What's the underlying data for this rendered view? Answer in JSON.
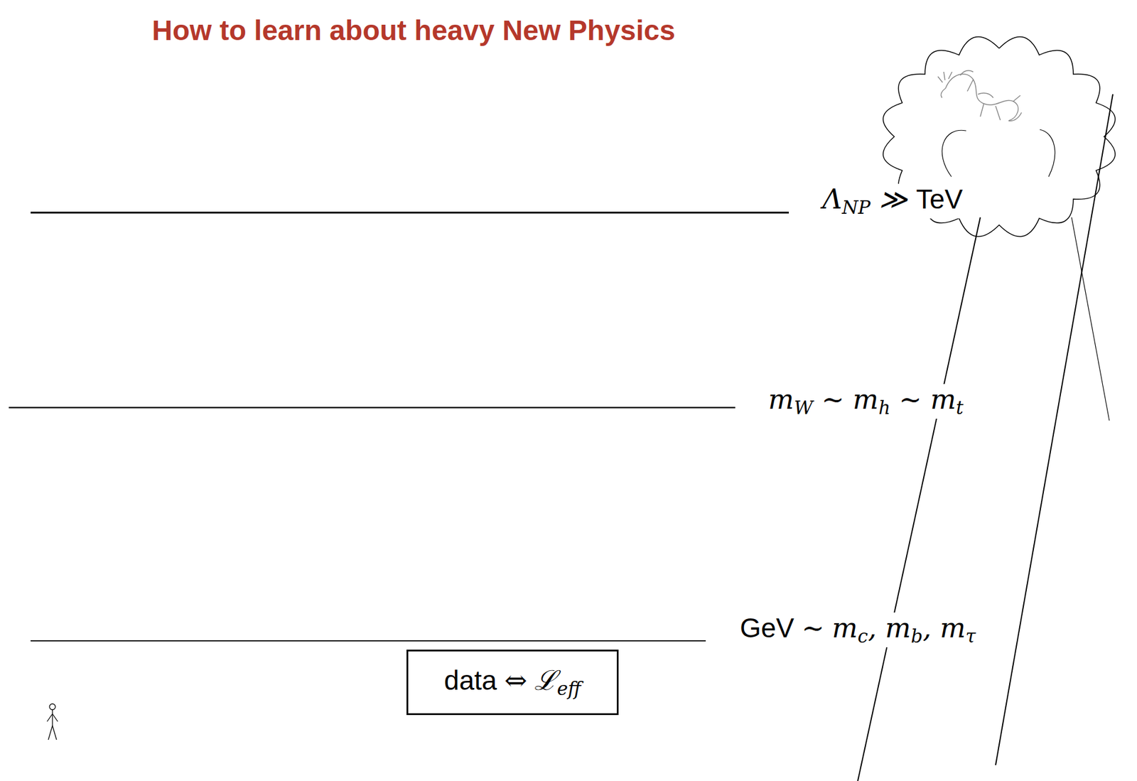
{
  "diagram": {
    "title": "How to learn about heavy New Physics",
    "nodes": [
      {
        "text": [
          "data ⇔ ℒeff"
        ]
      }
    ],
    "labels": [
      "ΛNP ≫ TeV",
      "mW ∼ mh ∼ mt",
      "GeV ∼ mc, mb, mτ"
    ]
  }
}
